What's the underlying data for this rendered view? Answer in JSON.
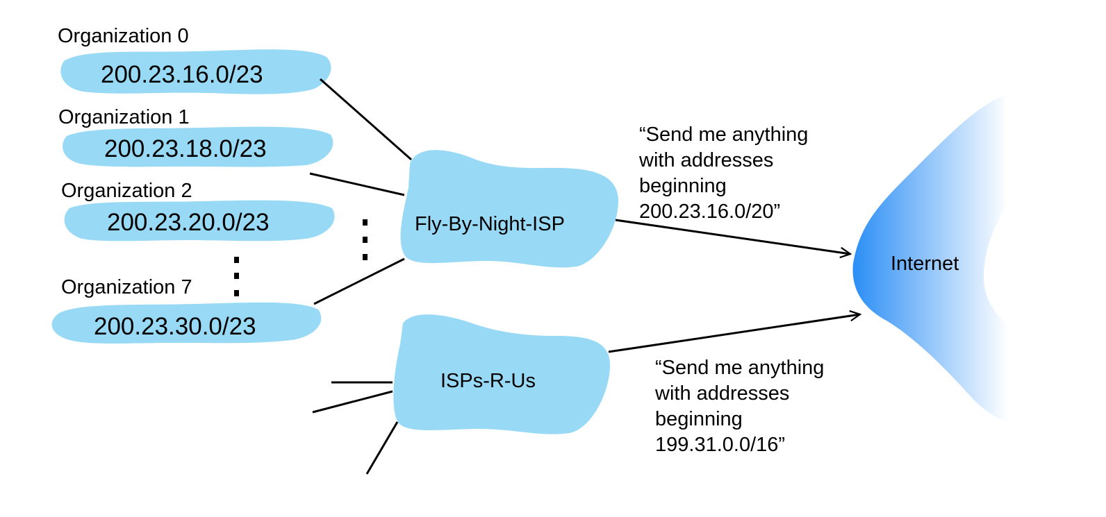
{
  "organizations": [
    {
      "name": "Organization 0",
      "prefix": "200.23.16.0/23"
    },
    {
      "name": "Organization 1",
      "prefix": "200.23.18.0/23"
    },
    {
      "name": "Organization 2",
      "prefix": "200.23.20.0/23"
    },
    {
      "name": "Organization 7",
      "prefix": "200.23.30.0/23"
    }
  ],
  "isps": [
    {
      "name": "Fly-By-Night-ISP"
    },
    {
      "name": "ISPs-R-Us"
    }
  ],
  "internet": {
    "label": "Internet"
  },
  "advertisements": [
    {
      "lines": [
        "“Send me anything",
        "with addresses",
        "beginning",
        "200.23.16.0/20”"
      ]
    },
    {
      "lines": [
        "“Send me anything",
        "with addresses",
        "beginning",
        "199.31.0.0/16”"
      ]
    }
  ],
  "colors": {
    "cloud_fill": "#98d9f6",
    "internet_gradient_start": "#2b8ef6",
    "internet_gradient_end": "#ffffff",
    "line": "#000000"
  }
}
